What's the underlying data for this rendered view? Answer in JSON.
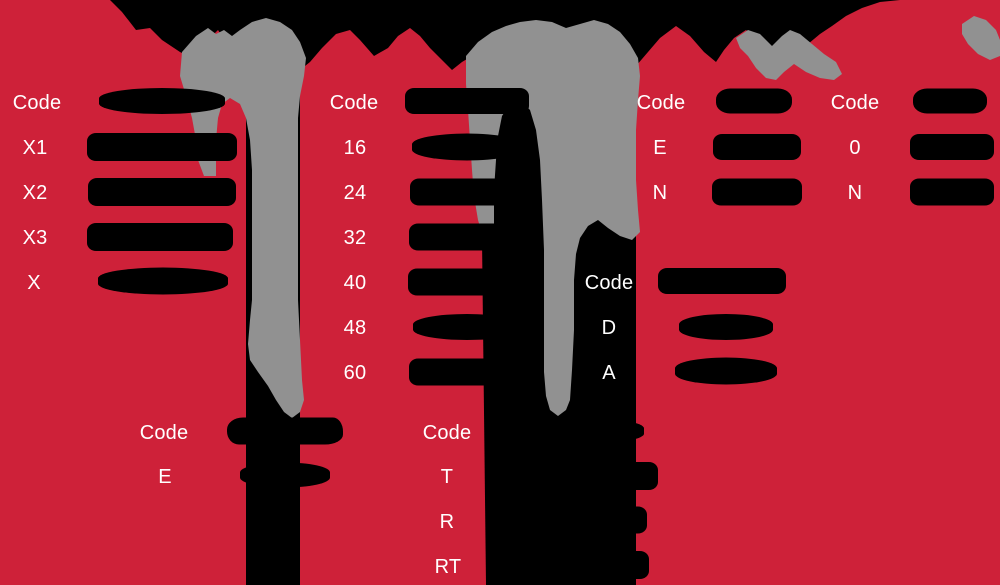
{
  "document": {
    "title": "Redacted code reference tables",
    "description": "Scanned page fragment with crimson background, gray column bands and black redaction bars covering all data values.",
    "colors": {
      "background_red": "#CE2139",
      "band_gray": "#919191",
      "redaction_black": "#000000",
      "label_white": "#FFFFFF"
    }
  },
  "tables": [
    {
      "id": "table-x-codes",
      "header_label": "Code",
      "header_value": "[redacted]",
      "rows": [
        {
          "code": "X1",
          "value": "[redacted]"
        },
        {
          "code": "X2",
          "value": "[redacted]"
        },
        {
          "code": "X3",
          "value": "[redacted]"
        },
        {
          "code": "X",
          "value": "[redacted]"
        }
      ]
    },
    {
      "id": "table-numeric-codes",
      "header_label": "Code",
      "header_value": "[redacted]",
      "rows": [
        {
          "code": "16",
          "value": "[redacted]"
        },
        {
          "code": "24",
          "value": "[redacted]"
        },
        {
          "code": "32",
          "value": "[redacted]"
        },
        {
          "code": "40",
          "value": "[redacted]"
        },
        {
          "code": "48",
          "value": "[redacted]"
        },
        {
          "code": "60",
          "value": "[redacted]"
        }
      ]
    },
    {
      "id": "table-en-codes",
      "header_label": "Code",
      "header_value": "[redacted]",
      "rows": [
        {
          "code": "E",
          "value": "[redacted]"
        },
        {
          "code": "N",
          "value": "[redacted]"
        }
      ]
    },
    {
      "id": "table-0n-codes",
      "header_label": "Code",
      "header_value": "[redacted]",
      "rows": [
        {
          "code": "0",
          "value": "[redacted]"
        },
        {
          "code": "N",
          "value": "[redacted]"
        }
      ]
    },
    {
      "id": "table-da-codes",
      "header_label": "Code",
      "header_value": "[redacted]",
      "rows": [
        {
          "code": "D",
          "value": "[redacted]"
        },
        {
          "code": "A",
          "value": "[redacted]"
        }
      ]
    },
    {
      "id": "table-e-code",
      "header_label": "Code",
      "header_value": "[redacted]",
      "rows": [
        {
          "code": "E",
          "value": "[redacted]"
        }
      ]
    },
    {
      "id": "table-trrt-codes",
      "header_label": "Code",
      "header_value": "[redacted]",
      "rows": [
        {
          "code": "T",
          "value": "[redacted]"
        },
        {
          "code": "R",
          "value": "[redacted]"
        },
        {
          "code": "RT",
          "value": "[redacted]"
        }
      ]
    }
  ]
}
